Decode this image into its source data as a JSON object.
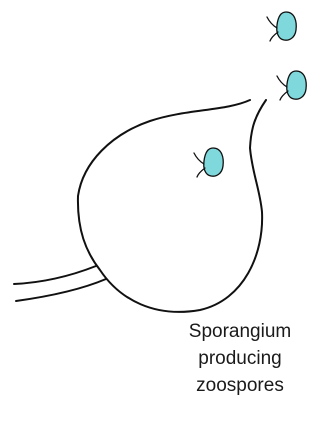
{
  "caption": {
    "lines": [
      "Sporangium",
      "producing",
      "zoospores"
    ]
  },
  "colors": {
    "outline": "#111111",
    "zoospore_fill": "#7fd9dc"
  },
  "icons": {
    "zoospore": "zoospore-icon"
  }
}
